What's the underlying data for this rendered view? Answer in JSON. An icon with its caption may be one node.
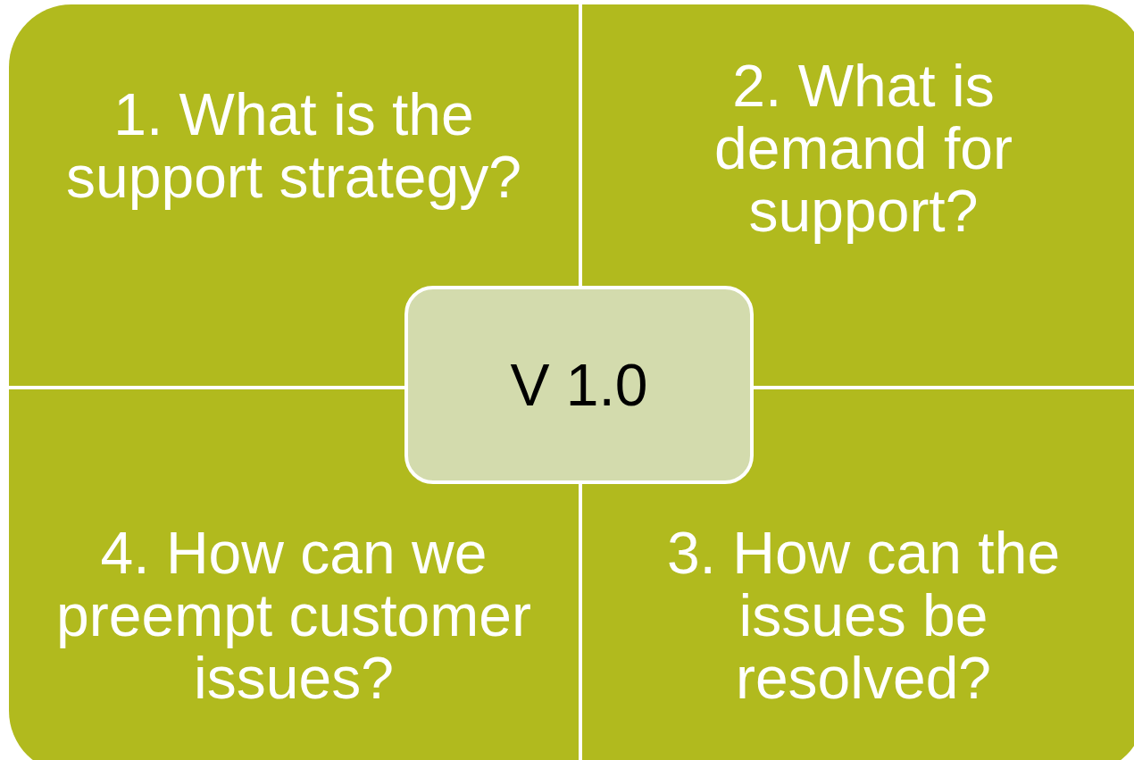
{
  "diagram": {
    "nodes": [
      {
        "text": [
          "1. What is the support strategy?"
        ]
      },
      {
        "text": [
          "2. What is demand for support?"
        ]
      },
      {
        "text": [
          "4. How can we preempt customer issues?"
        ]
      },
      {
        "text": [
          "3. How can the issues be resolved?"
        ]
      },
      {
        "text": [
          "V 1.0"
        ]
      }
    ]
  }
}
